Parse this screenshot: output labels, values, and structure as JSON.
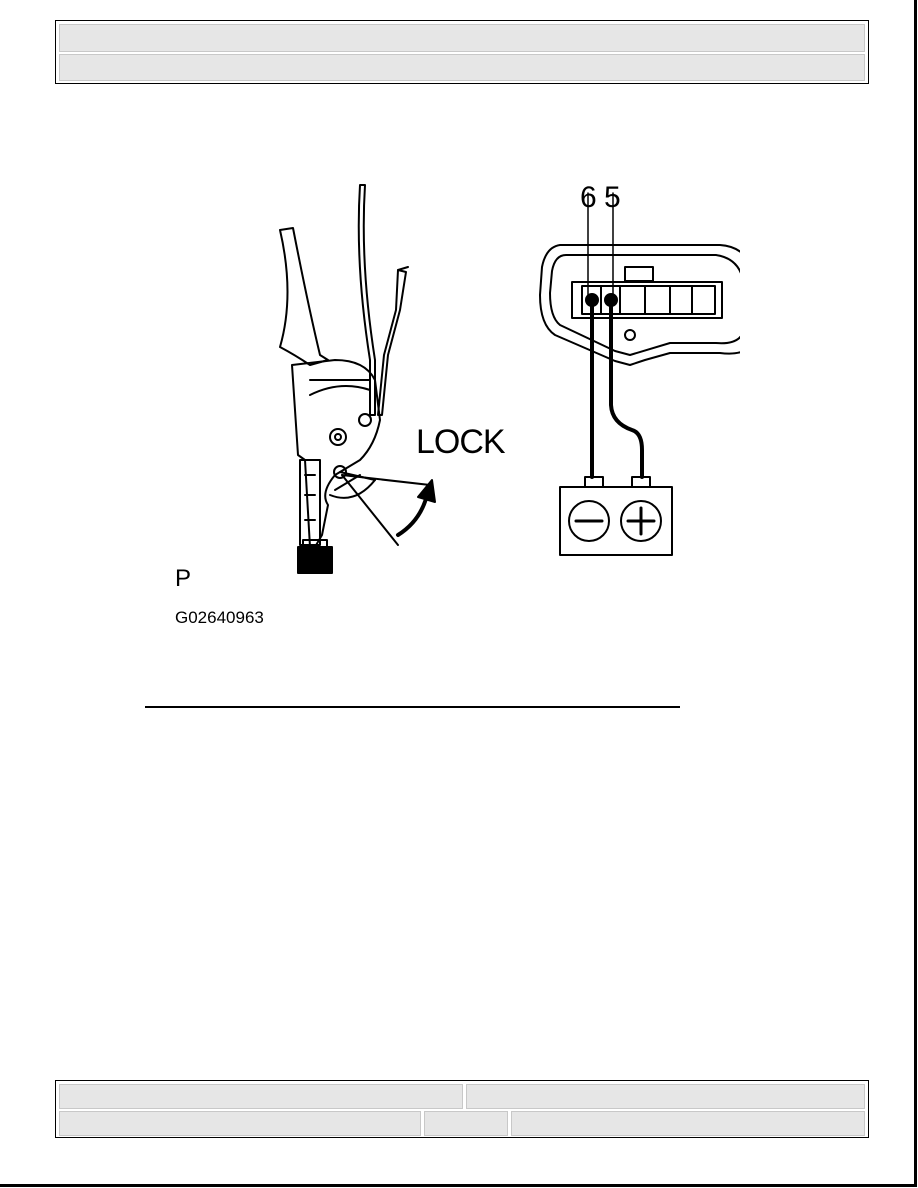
{
  "figure": {
    "label_p": "P",
    "label_lock": "LOCK",
    "pin_a": "6",
    "pin_b": "5",
    "figure_code": "G02640963",
    "icons": [
      "battery-negative-icon",
      "battery-positive-icon"
    ]
  },
  "colors": {
    "ink": "#000000",
    "header_fill": "#e6e6e6"
  }
}
